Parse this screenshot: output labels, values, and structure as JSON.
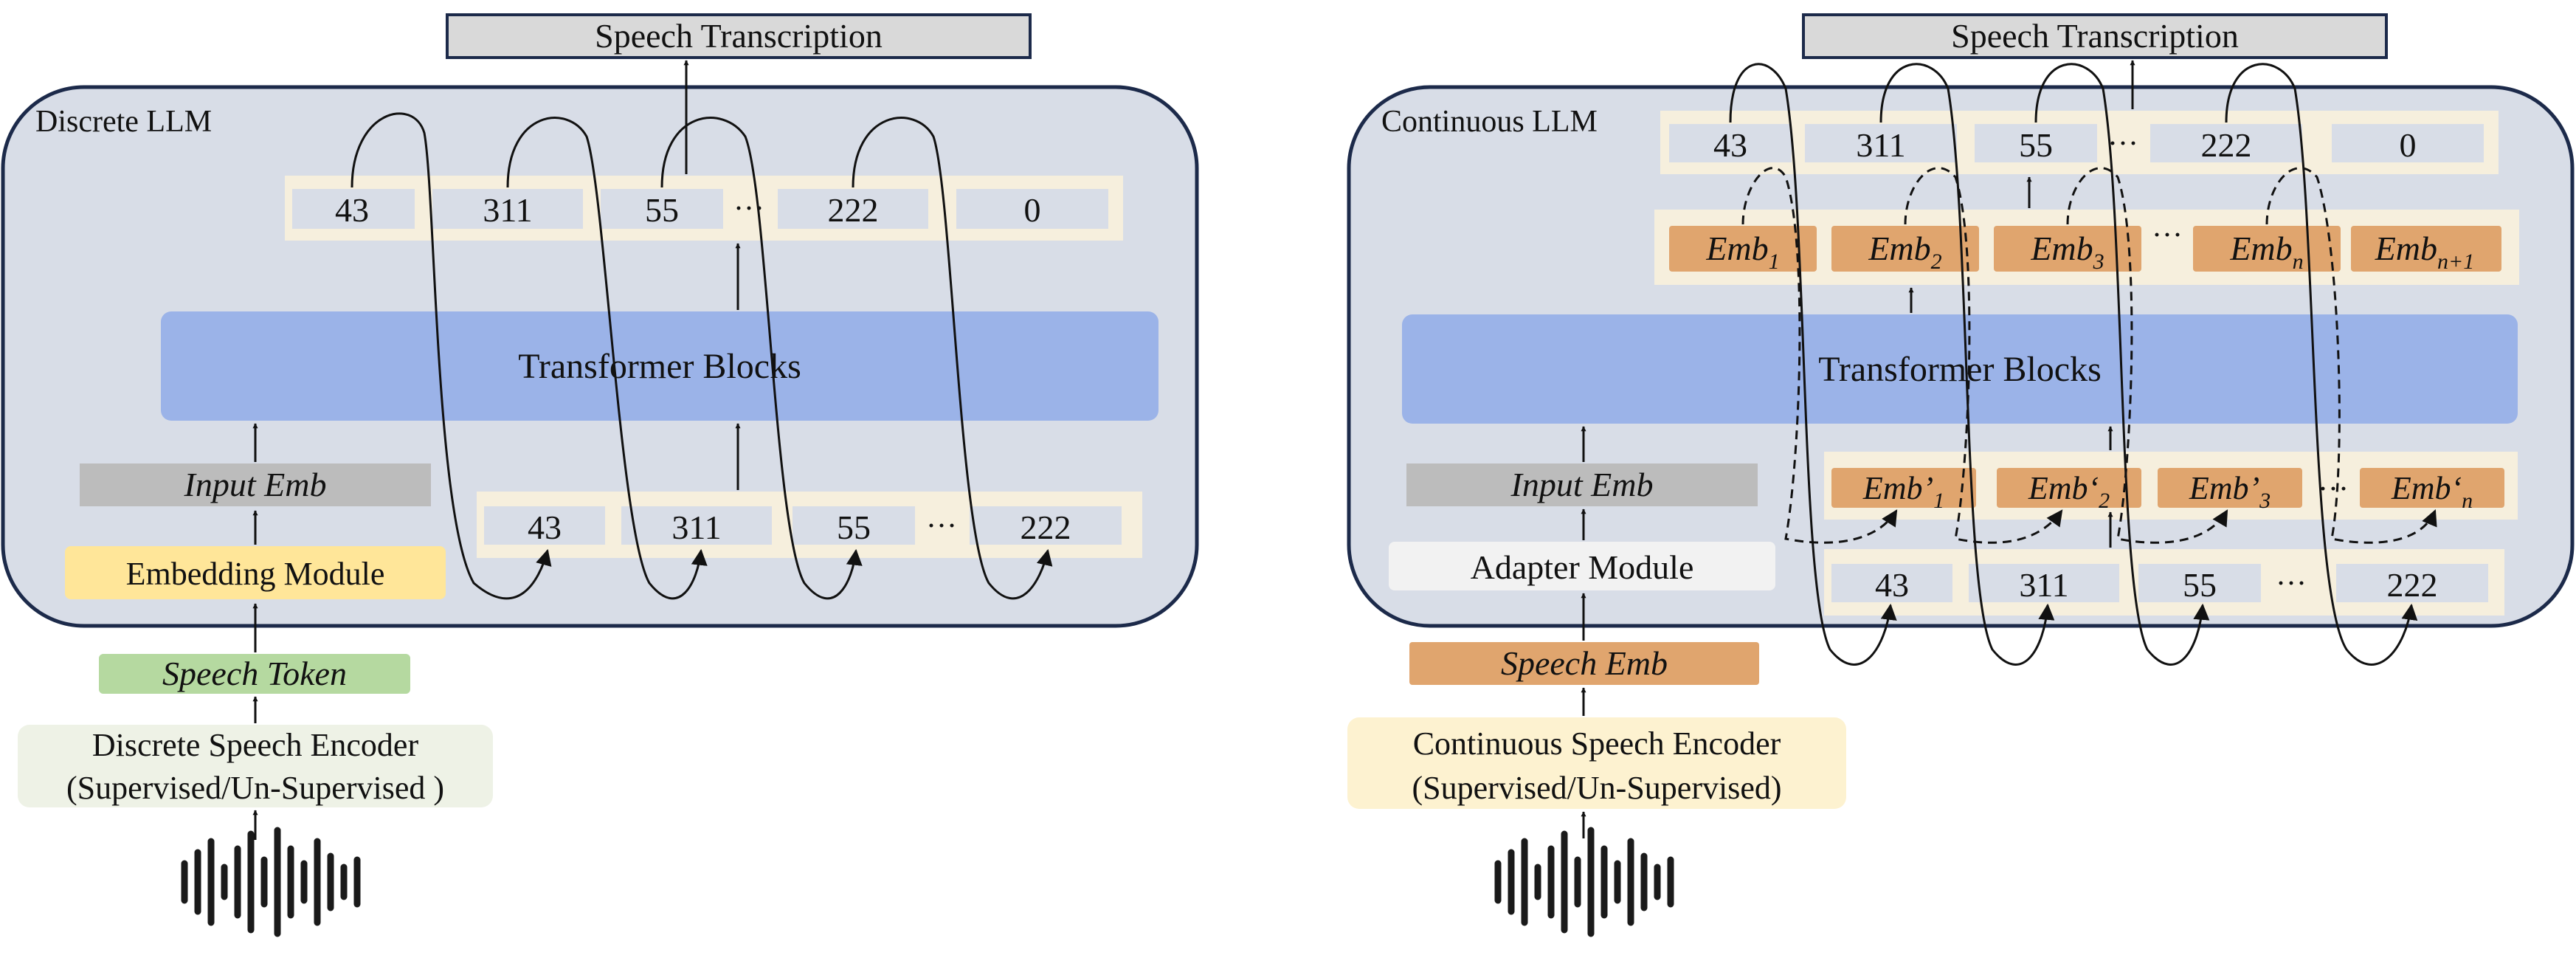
{
  "colors": {
    "panel_fill": "#d8dde7",
    "panel_stroke": "#1c2a4a",
    "transformer_fill": "#9bb3e8",
    "token_row_fill": "#f6efdd",
    "token_cell_fill": "#d8dde7",
    "input_emb_fill": "#bcbcbc",
    "embedding_module_fill": "#ffe699",
    "speech_token_fill": "#b5d9a0",
    "discrete_encoder_fill": "#eef2e6",
    "speech_emb_fill": "#e0a56e",
    "continuous_encoder_fill": "#fdf2d0",
    "adapter_fill": "#f2f2f2",
    "emb_fill": "#e0a56e",
    "transcription_fill": "#d9d9d9"
  },
  "left": {
    "transcription": "Speech Transcription",
    "panel_title": "Discrete LLM",
    "output_tokens": [
      "43",
      "311",
      "55",
      "222",
      "0"
    ],
    "ellipsis": "···",
    "transformer": "Transformer Blocks",
    "input_emb": "Input Emb",
    "embedding_module": "Embedding Module",
    "input_tokens": [
      "43",
      "311",
      "55",
      "222"
    ],
    "speech_token": "Speech Token",
    "encoder_line1": "Discrete Speech Encoder",
    "encoder_line2": "(Supervised/Un-Supervised )",
    "waveform_icon": "waveform-icon"
  },
  "right": {
    "transcription": "Speech Transcription",
    "panel_title": "Continuous LLM",
    "output_tokens": [
      "43",
      "311",
      "55",
      "222",
      "0"
    ],
    "ellipsis": "···",
    "emb_row": [
      "Emb",
      "Emb",
      "Emb",
      "Emb",
      "Emb"
    ],
    "emb_subs": [
      "1",
      "2",
      "3",
      "n",
      "n+1"
    ],
    "transformer": "Transformer Blocks",
    "input_emb": "Input Emb",
    "adapter_module": "Adapter Module",
    "emb_prime_row": [
      "Emb’",
      "Emb‘",
      "Emb’",
      "Emb‘"
    ],
    "emb_prime_subs": [
      "1",
      "2",
      "3",
      "n"
    ],
    "input_tokens": [
      "43",
      "311",
      "55",
      "222"
    ],
    "speech_emb": "Speech Emb",
    "encoder_line1": "Continuous Speech Encoder",
    "encoder_line2": "(Supervised/Un-Supervised)",
    "waveform_icon": "waveform-icon"
  }
}
